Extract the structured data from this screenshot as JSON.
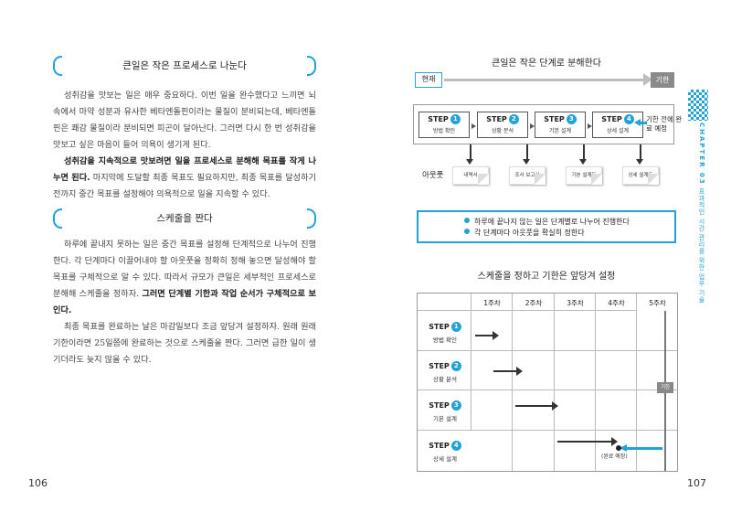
{
  "left": {
    "section1": {
      "title": "큰일은 작은 프로세스로 나눈다",
      "p1": "성취감을 맛보는 일은 매우 중요하다. 이번 일을 완수했다고 느끼면 뇌 속에서 마약 성분과 유사한 베타엔돌핀이라는 물질이 분비되는데, 베타엔돌핀은 쾌감 물질이라 분비되면 피곤이 달아난다. 그러면 다시 한 번 성취감을 맛보고 싶은 마음이 들어 의욕이 생기게 된다.",
      "p2_bold": "성취감을 지속적으로 맛보려면 일을 프로세스로 분해해 목표를 작게 나누면 된다.",
      "p2_rest": " 마지막에 도달할 최종 목표도 필요하지만, 최종 목표를 달성하기 전까지 중간 목표를 설정해야 의욕적으로 일을 지속할 수 있다."
    },
    "section2": {
      "title": "스케줄을 짠다",
      "p1_start": "하루에 끝내지 못하는 일은 중간 목표를 설정해 단계적으로 나누어 진행한다. 각 단계마다 이끌어내야 할 아웃풋을 정확히 정해 놓으면 달성해야 할 목표를 구체적으로 알 수 있다. 따라서 규모가 큰일은 세부적인 프로세스로 분해해 스케줄을 정하자. ",
      "p1_bold": "그러면 단계별 기한과 작업 순서가 구체적으로 보인다.",
      "p2": "최종 목표를 완료하는 날은 마감일보다 조금 앞당겨 설정하자. 원래 원래 기한이라면 25일쯤에 완료하는 것으로 스케줄을 짠다. 그러면 급한 일이 생기더라도 늦지 않을 수 있다."
    },
    "page_number": "106"
  },
  "right": {
    "diagram1": {
      "title": "큰일은 작은 단계로 분해한다",
      "now_label": "현재",
      "deadline_label": "기한",
      "steps": [
        {
          "step": "STEP",
          "num": "1",
          "label": "방법 확인"
        },
        {
          "step": "STEP",
          "num": "2",
          "label": "상황 분석"
        },
        {
          "step": "STEP",
          "num": "3",
          "label": "기본 설계"
        },
        {
          "step": "STEP",
          "num": "4",
          "label": "상세 설계"
        }
      ],
      "deadline_note": "기한 전에 완료 예정",
      "outputs_label": "아웃풋",
      "outputs": [
        "내역서",
        "조사 보고서",
        "기본 설계도",
        "상세 설계도"
      ]
    },
    "summary": [
      "하루에 끝나지 않는 일은 단계별로 나누어 진행한다",
      "각 단계마다 아웃풋을 확실히 정한다"
    ],
    "gantt": {
      "title": "스케줄을 정하고 기한은 앞당겨 설정",
      "weeks": [
        "1주차",
        "2주차",
        "3주차",
        "4주차",
        "5주차"
      ],
      "rows": [
        {
          "step": "STEP",
          "num": "1",
          "label": "방법 확인"
        },
        {
          "step": "STEP",
          "num": "2",
          "label": "상황 분석"
        },
        {
          "step": "STEP",
          "num": "3",
          "label": "기본 설계"
        },
        {
          "step": "STEP",
          "num": "4",
          "label": "상세 설계"
        }
      ],
      "deadline_label": "기한",
      "done_label": "(완료 예정)"
    },
    "side_tab": {
      "chapter": "CHAPTER 03",
      "text": "효과적인 시간 관리를 위한 업무 기술"
    },
    "page_number": "107"
  },
  "colors": {
    "accent": "#22a3d8",
    "deadline_gray": "#8a8a8a"
  }
}
